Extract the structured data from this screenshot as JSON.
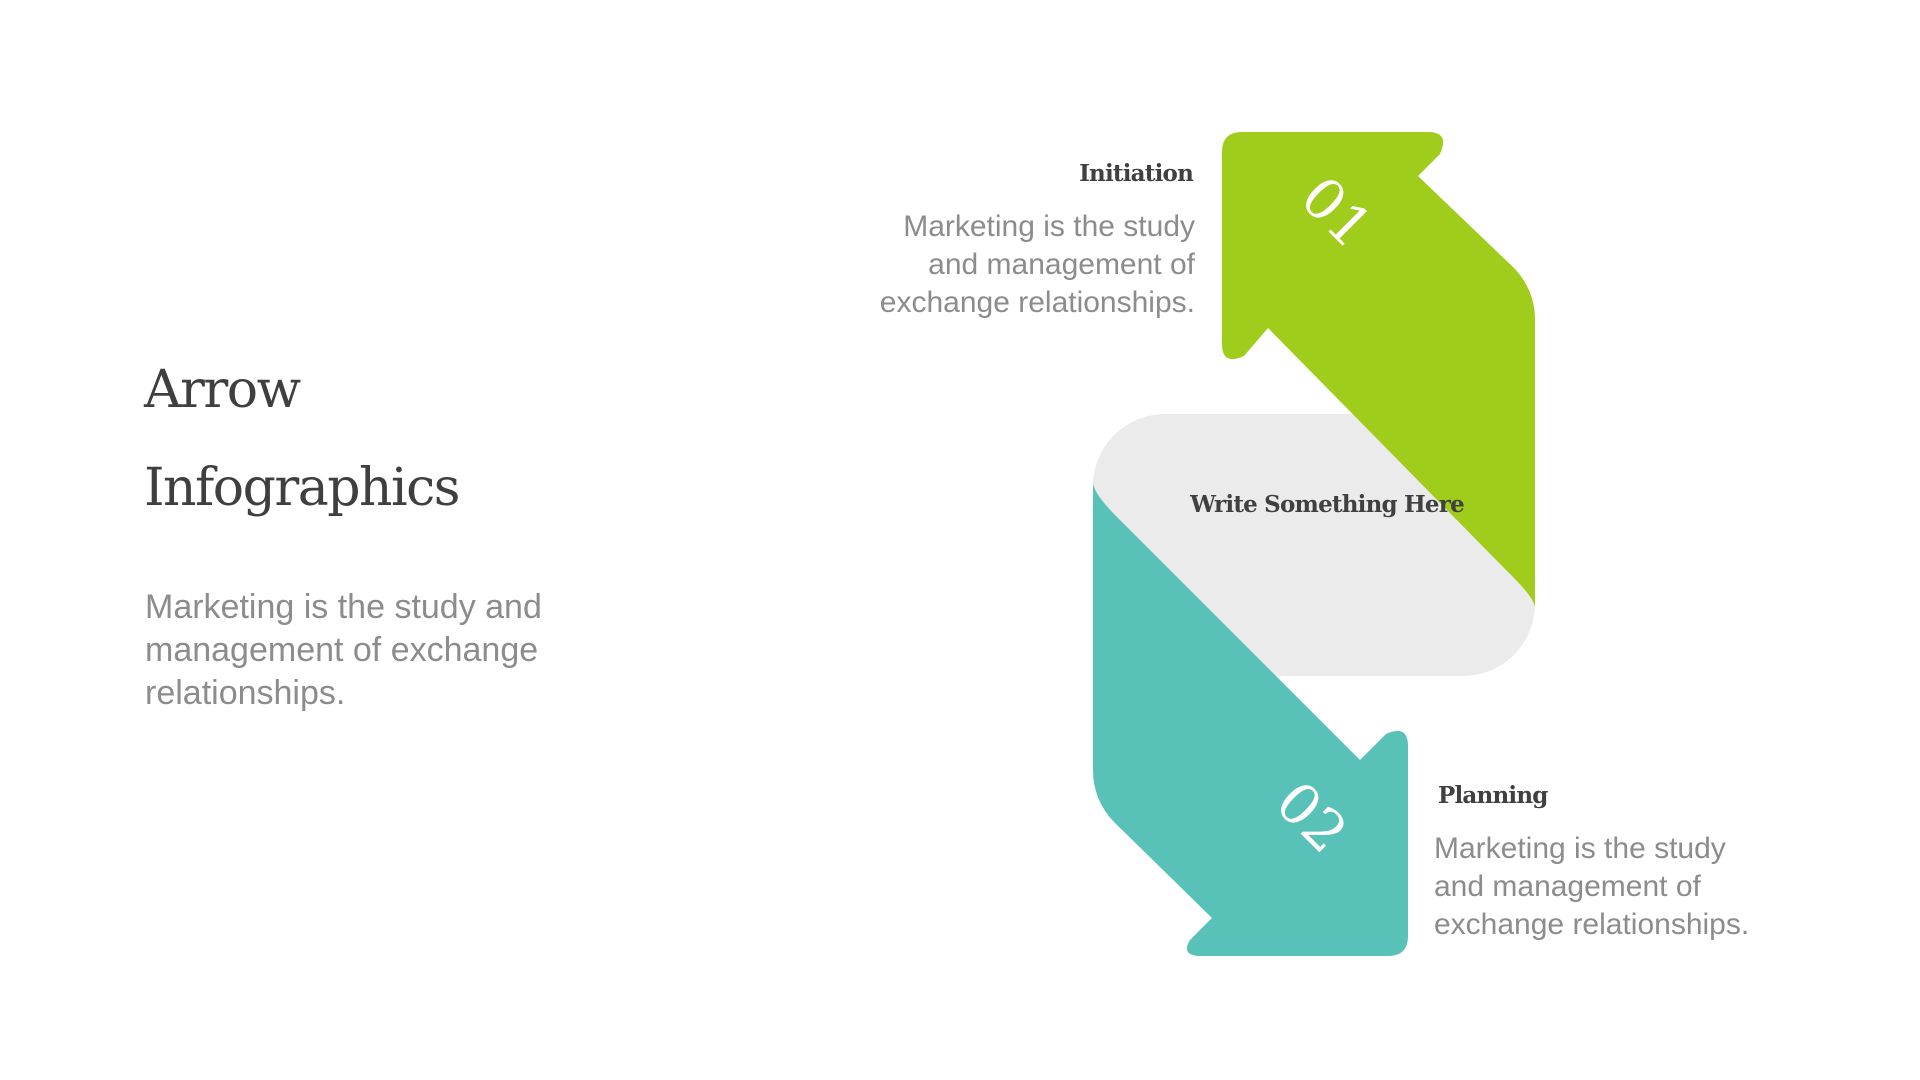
{
  "slide": {
    "title_line1": "Arrow",
    "title_line2": "Infographics",
    "intro_text": "Marketing is the study and management of exchange relationships."
  },
  "center": {
    "label": "Write Something Here",
    "color": "#ebebeb"
  },
  "steps": [
    {
      "number": "01",
      "heading": "Initiation",
      "text": "Marketing is the study and management of exchange relationships.",
      "color": "#a0cc1b"
    },
    {
      "number": "02",
      "heading": "Planning",
      "text": "Marketing is the study and management of exchange relationships.",
      "color": "#58c2b9"
    }
  ]
}
